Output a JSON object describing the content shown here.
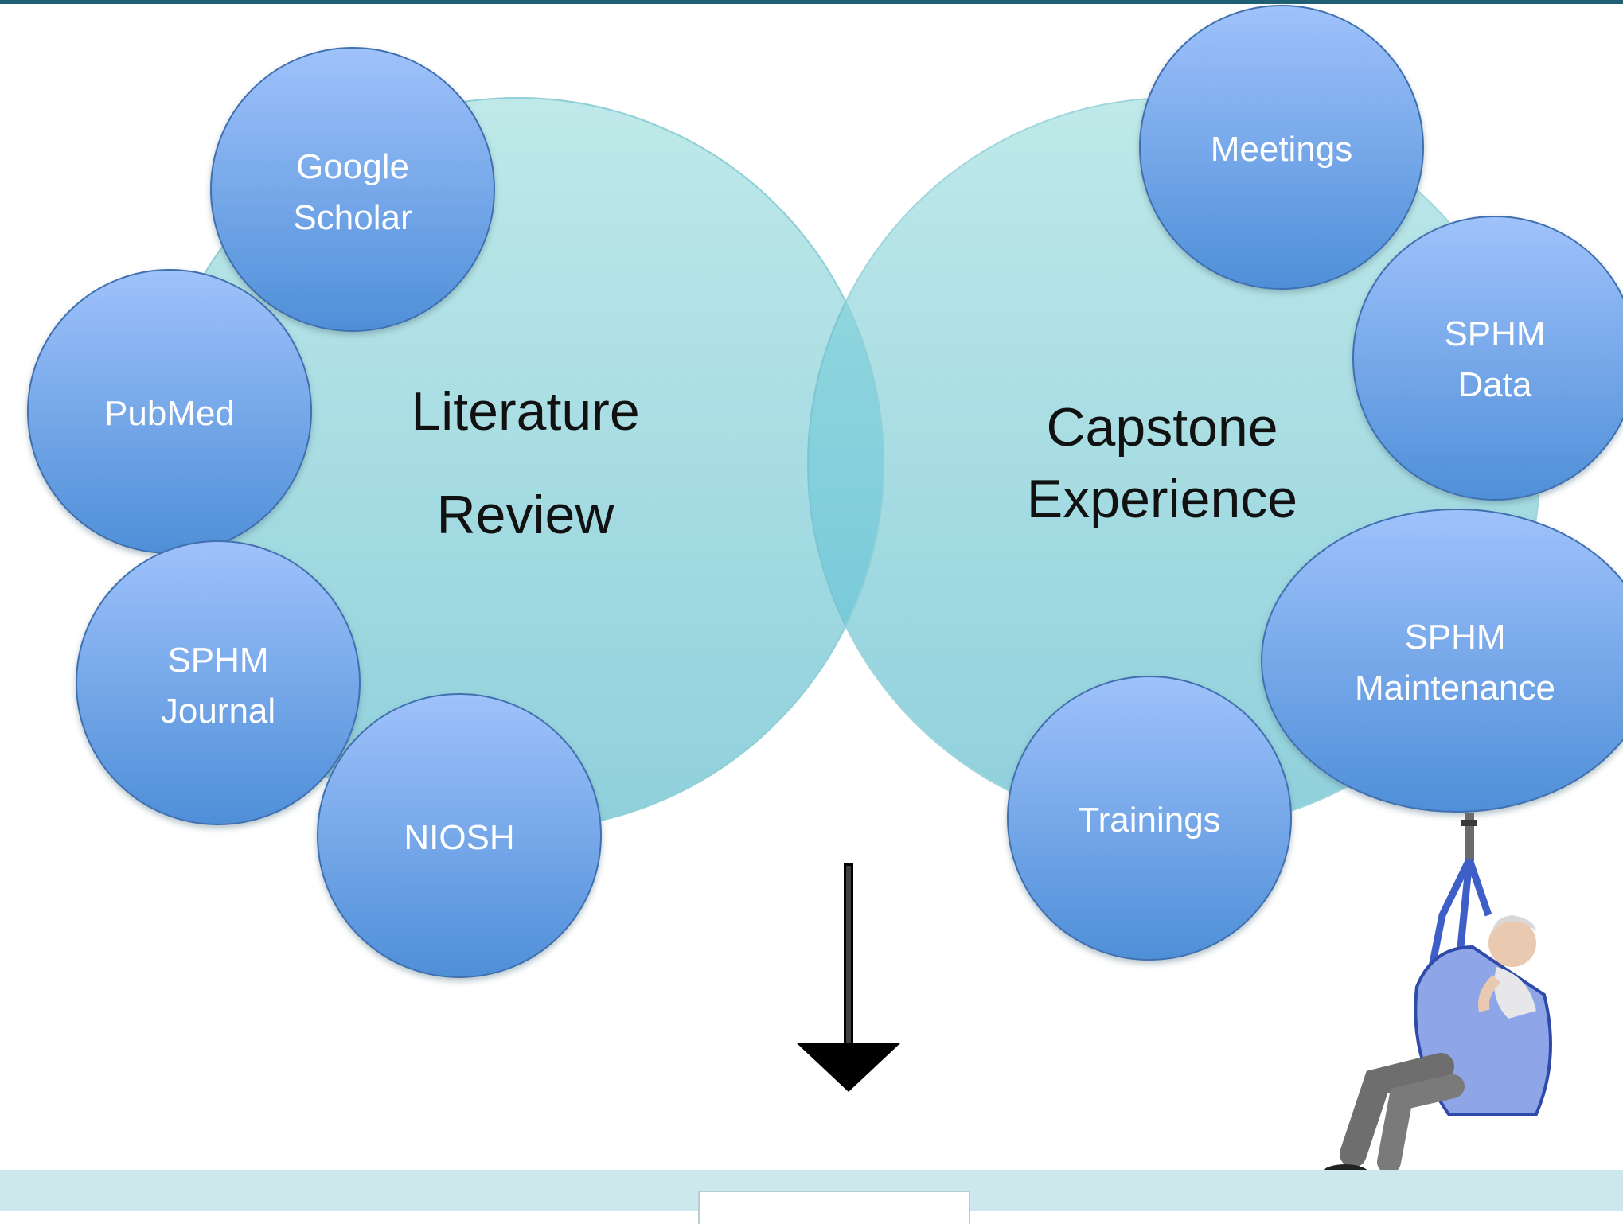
{
  "venn": {
    "left_label_line1": "Literature",
    "left_label_line2": "Review",
    "right_label_line1": "Capstone",
    "right_label_line2": "Experience",
    "left_color": "#b3e3e6",
    "right_color": "#b3e3e6",
    "overlap_color": "#7fcfdc"
  },
  "left_sources": [
    {
      "line1": "Google",
      "line2": "Scholar"
    },
    {
      "line1": "PubMed",
      "line2": ""
    },
    {
      "line1": "SPHM",
      "line2": "Journal"
    },
    {
      "line1": "NIOSH",
      "line2": ""
    }
  ],
  "right_sources": [
    {
      "line1": "Meetings",
      "line2": ""
    },
    {
      "line1": "SPHM",
      "line2": "Data"
    },
    {
      "line1": "SPHM",
      "line2": "Maintenance"
    },
    {
      "line1": "Trainings",
      "line2": ""
    }
  ],
  "bubble_color": "#8fb4ee",
  "arrow": {
    "icon": "down-arrow-icon",
    "color": "#000000"
  },
  "illustration": {
    "icon": "patient-sling-lift-icon"
  }
}
